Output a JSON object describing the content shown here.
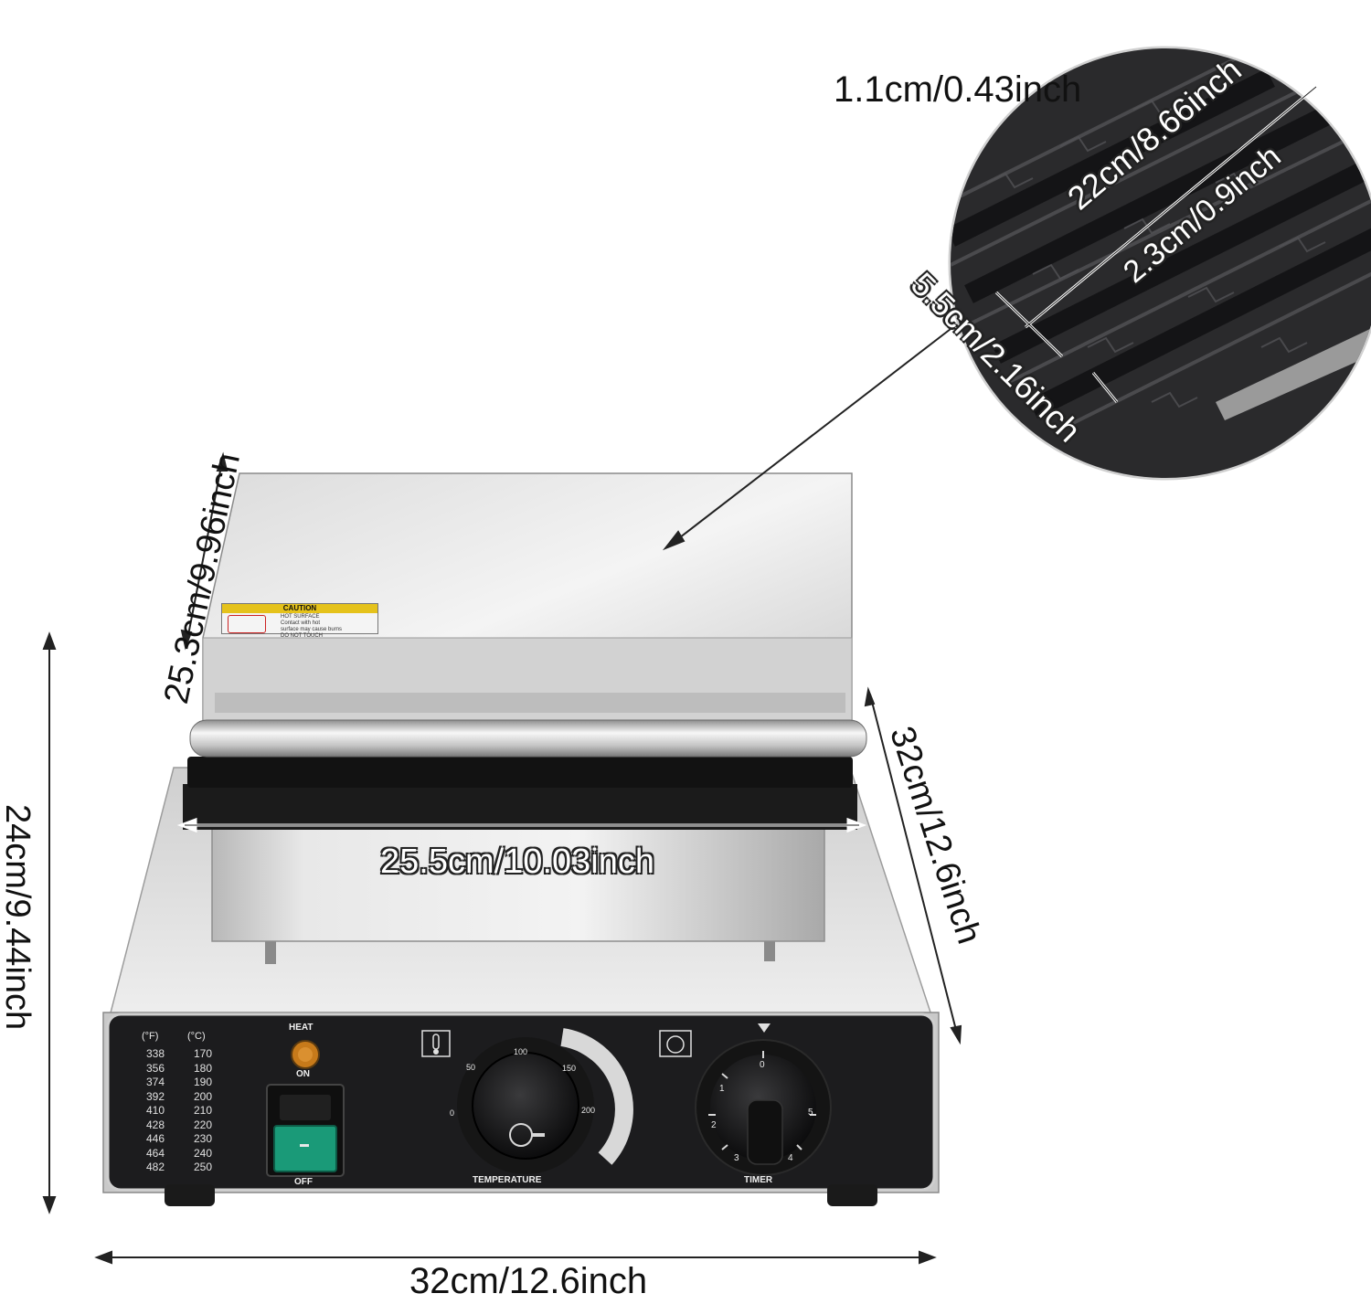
{
  "dimensions": {
    "groove_depth": "1.1cm/0.43inch",
    "plate_length": "22cm/8.66inch",
    "groove_width": "2.3cm/0.9inch",
    "plate_width": "5.5cm/2.16inch",
    "lid_depth": "25.3cm/9.96inch",
    "body_depth": "32cm/12.6inch",
    "total_height": "24cm/9.44inch",
    "plate_front_width": "25.5cm/10.03inch",
    "base_width": "32cm/12.6inch"
  },
  "caution_label": {
    "title": "CAUTION",
    "lines": [
      "HOT SURFACE",
      "Contact with hot",
      "surface may cause burns",
      "DO NOT TOUCH"
    ]
  },
  "control_panel": {
    "fahrenheit_header": "(°F)",
    "celsius_header": "(°C)",
    "fahrenheit_values": [
      "338",
      "356",
      "374",
      "392",
      "410",
      "428",
      "446",
      "464",
      "482"
    ],
    "celsius_values": [
      "170",
      "180",
      "190",
      "200",
      "210",
      "220",
      "230",
      "240",
      "250"
    ],
    "heat_label": "HEAT",
    "on_label": "ON",
    "off_label": "OFF",
    "temperature_label": "TEMPERATURE",
    "temperature_scale": [
      "0",
      "50",
      "100",
      "150",
      "200"
    ],
    "timer_label": "TIMER",
    "timer_scale": [
      "0",
      "1",
      "2",
      "3",
      "4",
      "5"
    ]
  },
  "colors": {
    "steel_light": "#e6e6e6",
    "steel_dark": "#9a9a9a",
    "panel": "#1c1c1e",
    "switch_green": "#1a9a78",
    "heat_lamp": "#c77a1a",
    "caution_yellow": "#e5c21b"
  }
}
